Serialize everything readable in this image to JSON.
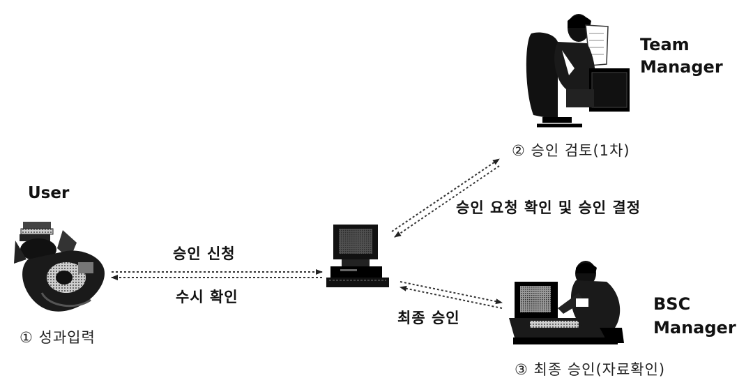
{
  "actors": {
    "user": "User",
    "team_manager_line1": "Team",
    "team_manager_line2": "Manager",
    "bsc_manager_line1": "BSC",
    "bsc_manager_line2": "Manager"
  },
  "steps": {
    "step1": "① 성과입력",
    "step2": "② 승인 검토(1차)",
    "step3": "③ 최종 승인(자료확인)"
  },
  "arrows": {
    "request_approval": "승인 신청",
    "check_anytime": "수시 확인",
    "confirm_and_decide": "승인 요청 확인 및 승인 결정",
    "final_approval": "최종 승인"
  }
}
